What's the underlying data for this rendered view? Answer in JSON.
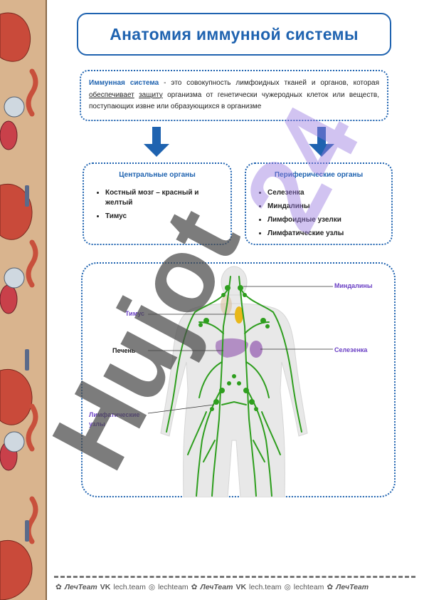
{
  "title": "Анатомия иммунной системы",
  "definition": {
    "term": "Иммунная система",
    "part1": " - это совокупность лимфоидных тканей и органов, которая ",
    "u1": "обеспечивает",
    "u2": "защиту",
    "part2": " организма от генетически чужеродных клеток или веществ, поступающих извне или образующихся в организме"
  },
  "central": {
    "heading": "Центральные органы",
    "items": [
      "Костный мозг – красный и желтый",
      "Тимус"
    ]
  },
  "peripheral": {
    "heading": "Периферические органы",
    "items": [
      "Селезенка",
      "Миндалины",
      "Лимфоидные узелки",
      "Лимфатические узлы"
    ]
  },
  "diagram_labels": {
    "tonsils": "Миндалины",
    "thymus": "Тимус",
    "liver": "Печень",
    "spleen": "Селезенка",
    "lymph_nodes_line1": "Лимфатические",
    "lymph_nodes_line2": "узлы"
  },
  "watermark": "Hujot 24",
  "footer": {
    "items": [
      "ЛечTeam",
      "lech.team",
      "lechteam",
      "ЛечTeam",
      "lech.team",
      "lechteam",
      "ЛечTeam"
    ]
  },
  "colors": {
    "accent": "#1f63b0",
    "label_purple": "#6a3fc4",
    "lymph_green": "#2e9e1e",
    "thymus": "#e8b81a",
    "liver": "#a070b8"
  }
}
